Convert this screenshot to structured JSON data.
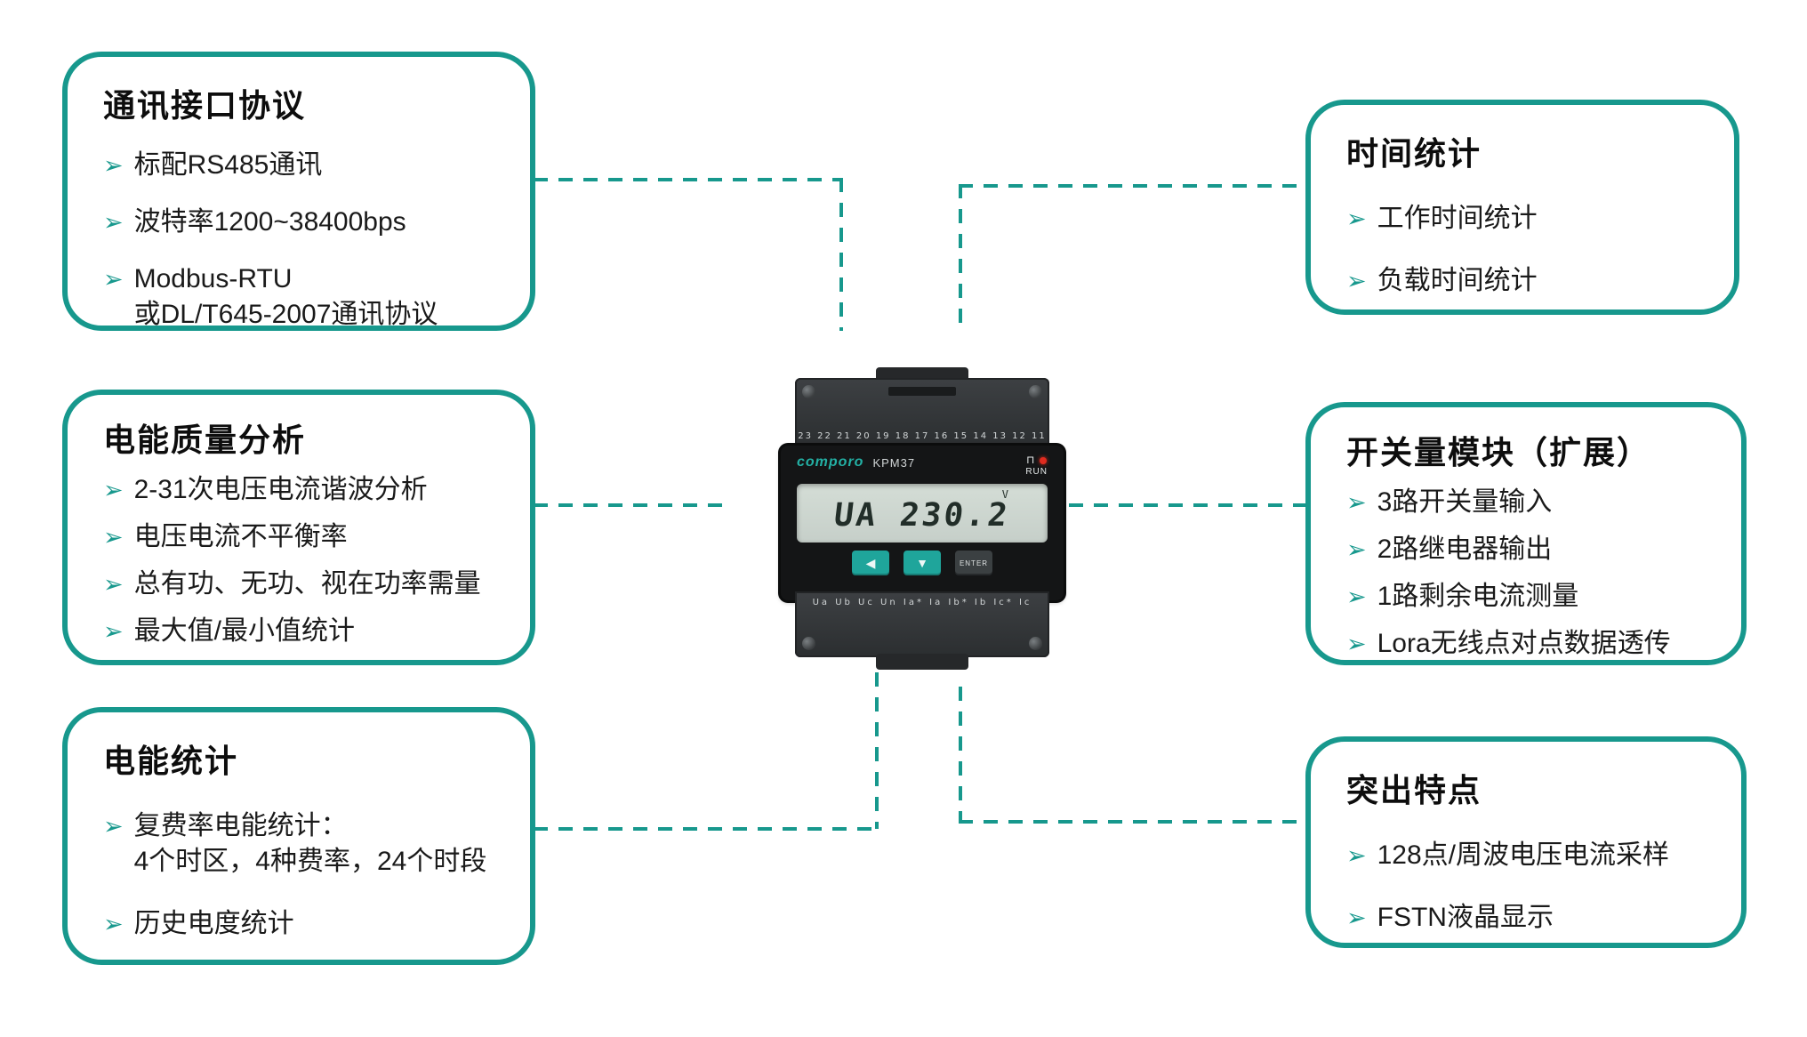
{
  "ui": {
    "bullet": "➢",
    "accent": "#17988d"
  },
  "boxes": {
    "comm": {
      "title": "通讯接口协议",
      "items": [
        "标配RS485通讯",
        "波特率1200~38400bps",
        "Modbus-RTU\n或DL/T645-2007通讯协议"
      ]
    },
    "quality": {
      "title": "电能质量分析",
      "items": [
        "2-31次电压电流谐波分析",
        "电压电流不平衡率",
        "总有功、无功、视在功率需量",
        "最大值/最小值统计"
      ]
    },
    "energy": {
      "title": "电能统计",
      "items": [
        "复费率电能统计：\n4个时区，4种费率，24个时段",
        "历史电度统计"
      ]
    },
    "time": {
      "title": "时间统计",
      "items": [
        "工作时间统计",
        "负载时间统计"
      ]
    },
    "switch": {
      "title": "开关量模块（扩展）",
      "items": [
        "3路开关量输入",
        "2路继电器输出",
        "1路剩余电流测量",
        "Lora无线点对点数据透传"
      ]
    },
    "feature": {
      "title": "突出特点",
      "items": [
        "128点/周波电压电流采样",
        "FSTN液晶显示"
      ]
    }
  },
  "device": {
    "brand": "comporo",
    "model": "KPM37",
    "run_label": "RUN",
    "pulse_icon": "⊓",
    "lcd_value": "UA 230.2",
    "lcd_unit": "V",
    "top_terminals": "23 22 21 20 19 18 17 16 15 14 13 12 11",
    "bottom_terminals": "Ua Ub Uc Un Ia* Ia Ib* Ib Ic* Ic",
    "buttons": {
      "left": "◀",
      "down": "▼",
      "enter": "ENTER"
    }
  }
}
